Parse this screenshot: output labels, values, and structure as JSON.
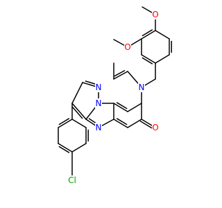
{
  "molecule": {
    "atom_labels": {
      "methoxy_o_top": "O",
      "methoxy_o_upper": "O",
      "n_pyridinone": "N",
      "o_carbonyl": "O",
      "n_pyrazole_1": "N",
      "n_pyrazole_2": "N",
      "n_pyrimidine": "N",
      "cl": "Cl"
    },
    "colors": {
      "bond": "#000000",
      "oxygen": "#ff0000",
      "nitrogen": "#0000ff",
      "chlorine": "#00a000"
    }
  }
}
